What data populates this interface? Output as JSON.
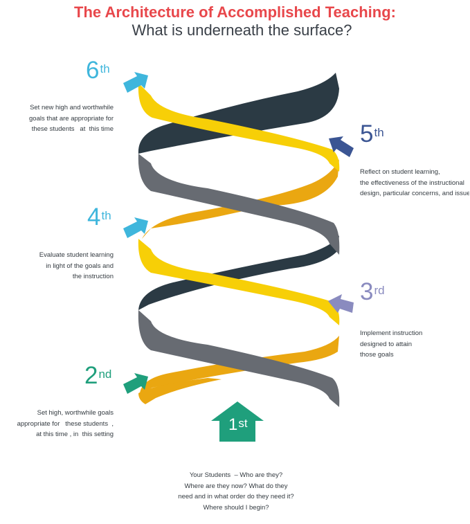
{
  "title": "The Architecture of Accomplished Teaching:",
  "subtitle": "What is underneath the surface?",
  "colors": {
    "title": "#e8474b",
    "yellow": "#f7cf07",
    "gold": "#eaa711",
    "navy_strand": "#2b3a44",
    "gray_strand": "#676b72",
    "arrow_light_blue": "#3fb6dc",
    "arrow_dark_blue": "#3b5593",
    "arrow_lavender": "#8a8bbf",
    "arrow_teal": "#1f9f7c"
  },
  "steps": [
    {
      "num": "1",
      "suffix": "st",
      "color": "#ffffff",
      "arrow": "house-up-arrow",
      "text": [
        "Your Students  – Who are they?",
        "Where are they now? What do they",
        "need and in what order do they need it?",
        "Where should I begin?"
      ]
    },
    {
      "num": "2",
      "suffix": "nd",
      "color": "#1f9f7c",
      "arrow": "teal-arrow",
      "text": [
        "Set high, worthwhile goals",
        "appropriate for   these students  ,",
        "at this time , in  this setting"
      ]
    },
    {
      "num": "3",
      "suffix": "rd",
      "color": "#8a8bbf",
      "arrow": "lavender-arrow",
      "text": [
        "Implement instruction",
        "designed to attain",
        "those goals"
      ]
    },
    {
      "num": "4",
      "suffix": "th",
      "color": "#3fb6dc",
      "arrow": "light-blue-arrow",
      "text": [
        "Evaluate student learning",
        "in light of the goals and",
        "the instruction"
      ]
    },
    {
      "num": "5",
      "suffix": "th",
      "color": "#3b5593",
      "arrow": "dark-blue-arrow",
      "text": [
        "Reflect on student learning,",
        "the effectiveness of the instructional",
        "design, particular concerns, and issues"
      ]
    },
    {
      "num": "6",
      "suffix": "th",
      "color": "#3fb6dc",
      "arrow": "light-blue-arrow",
      "text": [
        "Set new high and worthwhile",
        "goals that are appropriate for",
        "these students   at  this time"
      ]
    }
  ]
}
